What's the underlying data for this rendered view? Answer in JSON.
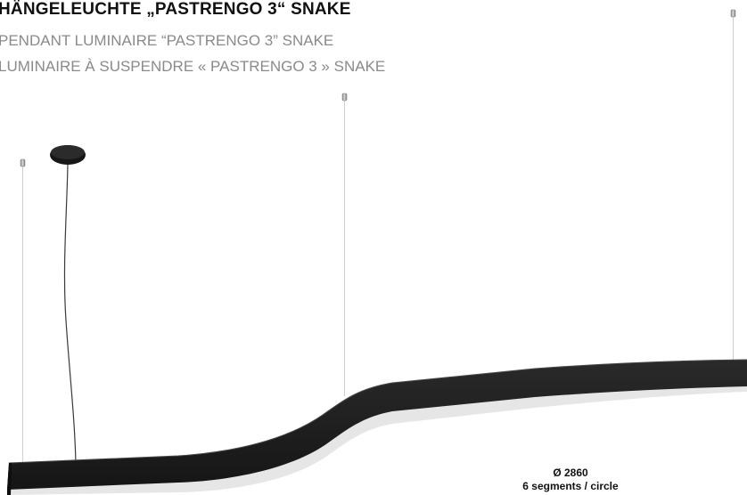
{
  "document": {
    "title": "HÄNGELEUCHTE „PASTRENGO 3“ SNAKE",
    "subtitle_en": "PENDANT LUMINAIRE “PASTRENGO 3” SNAKE",
    "subtitle_fr": "LUMINAIRE À SUSPENDRE « PASTRENGO 3 » SNAKE",
    "diameter_label": "Ø 2860",
    "segments_label": "6 segments / circle"
  },
  "colors": {
    "luminaire_body": "#1c1c1c",
    "diffuser": "#e6e6e6",
    "cable": "#c8c8c8",
    "subtitle_text": "#8a8a8a"
  }
}
